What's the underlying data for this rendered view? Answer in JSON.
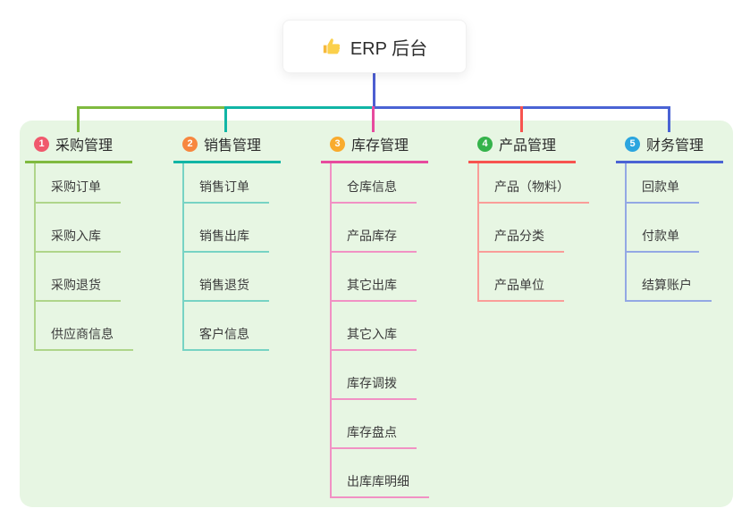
{
  "root": {
    "label": "ERP 后台",
    "icon": "thumbs-up-icon"
  },
  "canvas": {
    "background": "#ffffff",
    "panel_background": "#e7f6e3",
    "root_connector_color": "#4d5ed1",
    "text_color": "#333333"
  },
  "branches": [
    {
      "index": "1",
      "label": "采购管理",
      "badge_color": "#f0596d",
      "line_color": "#7fba3f",
      "sub_line_color": "#afd58a",
      "items": [
        "采购订单",
        "采购入库",
        "采购退货",
        "供应商信息"
      ]
    },
    {
      "index": "2",
      "label": "销售管理",
      "badge_color": "#f7873f",
      "line_color": "#10b5a5",
      "sub_line_color": "#77d3c4",
      "items": [
        "销售订单",
        "销售出库",
        "销售退货",
        "客户信息"
      ]
    },
    {
      "index": "3",
      "label": "库存管理",
      "badge_color": "#f9ab2d",
      "line_color": "#e74a9e",
      "sub_line_color": "#f191c4",
      "items": [
        "仓库信息",
        "产品库存",
        "其它出库",
        "其它入库",
        "库存调拨",
        "库存盘点",
        "出库库明细"
      ]
    },
    {
      "index": "4",
      "label": "产品管理",
      "badge_color": "#35b34b",
      "line_color": "#f7544f",
      "sub_line_color": "#fa9d99",
      "items": [
        "产品（物料）",
        "产品分类",
        "产品单位"
      ]
    },
    {
      "index": "5",
      "label": "财务管理",
      "badge_color": "#2ba5df",
      "line_color": "#4a63d4",
      "sub_line_color": "#93a8e4",
      "items": [
        "回款单",
        "付款单",
        "结算账户"
      ]
    }
  ]
}
